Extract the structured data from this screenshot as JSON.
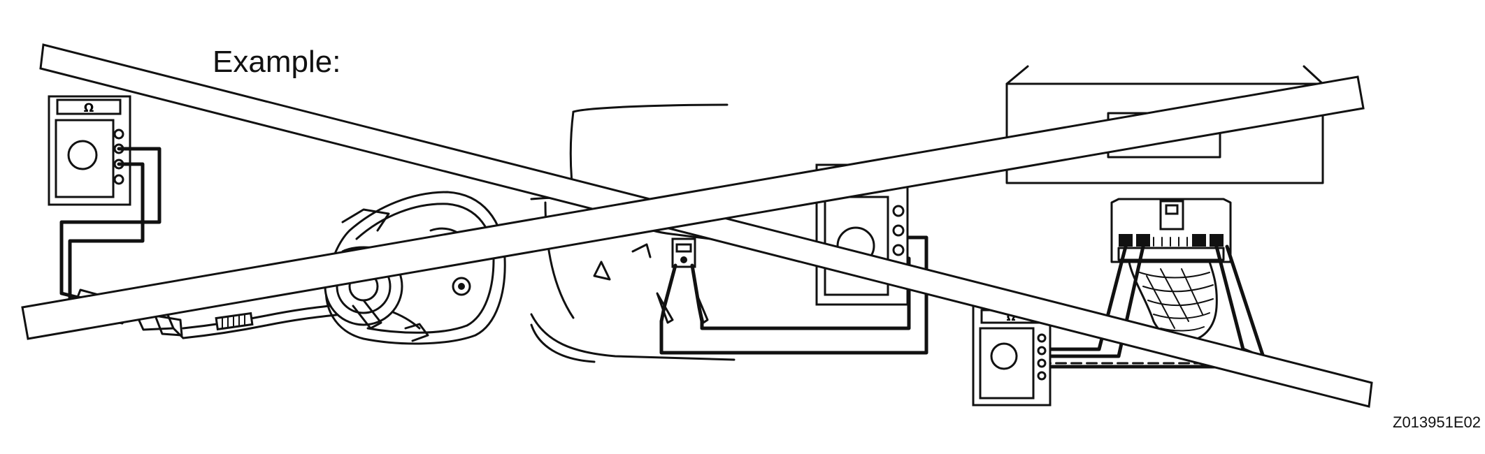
{
  "figure": {
    "example_label": "Example:",
    "figure_code": "Z013951E02",
    "ohm_symbol": "Ω",
    "icons": [
      "ohmmeter-icon",
      "steering-wheel-icon",
      "spiral-cable-connector-icon",
      "airbag-connector-icon",
      "cross-out-icon"
    ]
  }
}
